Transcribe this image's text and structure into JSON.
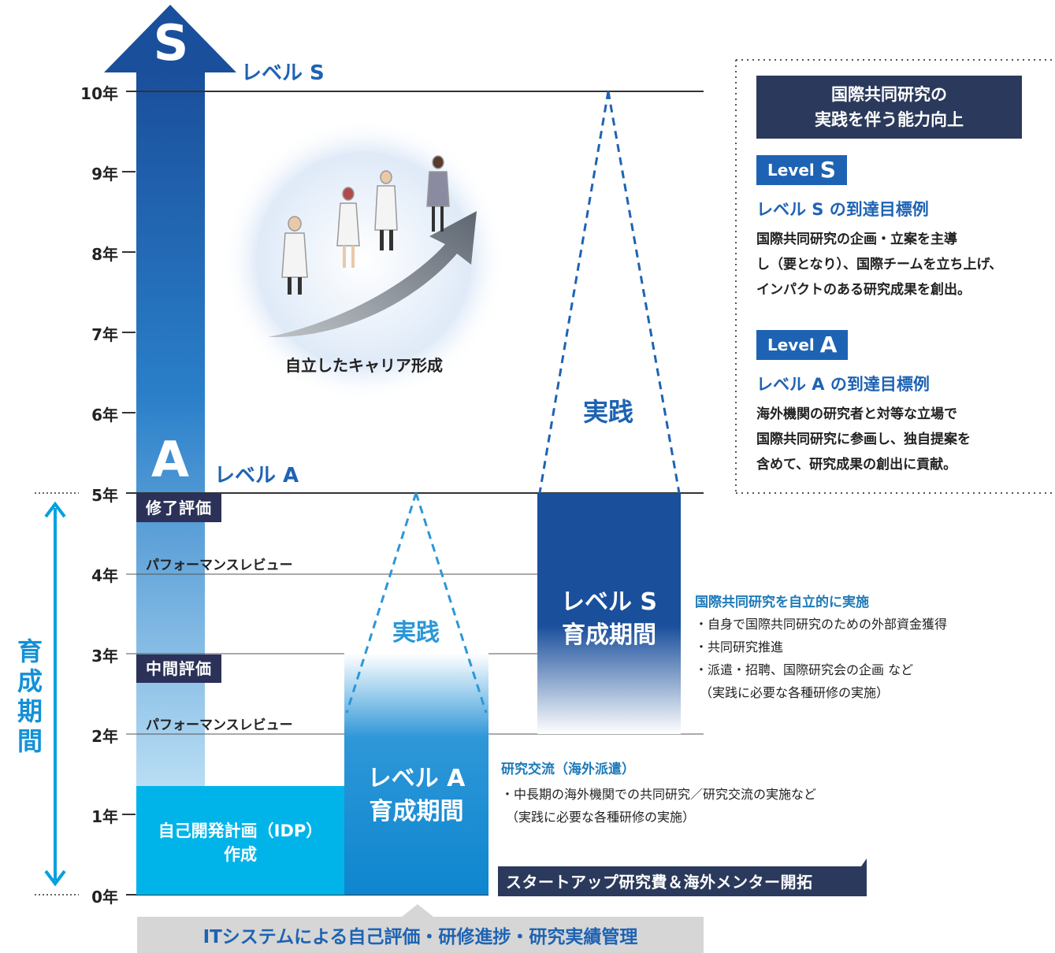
{
  "axis": {
    "years": [
      "10年",
      "9年",
      "8年",
      "7年",
      "6年",
      "5年",
      "4年",
      "3年",
      "2年",
      "1年",
      "0年"
    ]
  },
  "vertical_label": [
    "育",
    "成",
    "期",
    "間"
  ],
  "levels": {
    "s_arrow_letter": "S",
    "s_label": "レベル S",
    "a_letter": "A",
    "a_label": "レベル A"
  },
  "milestones": {
    "completion": "修了評価",
    "midterm": "中間評価",
    "review_upper": "パフォーマンスレビュー",
    "review_lower": "パフォーマンスレビュー"
  },
  "illustration": {
    "caption": "自立したキャリア形成"
  },
  "practice": {
    "upper": "実践",
    "lower": "実践"
  },
  "boxes": {
    "idp": [
      "自己開発計画（IDP）",
      "作成"
    ],
    "level_a": [
      "レベル A",
      "育成期間"
    ],
    "level_s": [
      "レベル S",
      "育成期間"
    ]
  },
  "side_panel": {
    "title": [
      "国際共同研究の",
      "実践を伴う能力向上"
    ],
    "level_s": {
      "badge_word": "Level",
      "badge_letter": "S",
      "heading": "レベル S の到達目標例",
      "body": [
        "国際共同研究の企画・立案を主導",
        "し（要となり）、国際チームを立ち上げ、",
        "インパクトのある研究成果を創出。"
      ]
    },
    "level_a": {
      "badge_word": "Level",
      "badge_letter": "A",
      "heading": "レベル A の到達目標例",
      "body": [
        "海外機関の研究者と対等な立場で",
        "国際共同研究に参画し、独自提案を",
        "含めて、研究成果の創出に貢献。"
      ]
    }
  },
  "level_s_notes": {
    "heading": "国際共同研究を自立的に実施",
    "items": [
      "・自身で国際共同研究のための外部資金獲得",
      "・共同研究推進",
      "・派遣・招聘、国際研究会の企画 など",
      "（実践に必要な各種研修の実施）"
    ]
  },
  "level_a_notes": {
    "heading": "研究交流（海外派遣）",
    "items": [
      "・中長期の海外機関での共同研究／研究交流の実施など",
      "（実践に必要な各種研修の実施）"
    ]
  },
  "startup_banner": "スタートアップ研究費＆海外メンター開拓",
  "bottom_banner": "ITシステムによる自己評価・研修進捗・研究実績管理",
  "colors": {
    "navy": "#2b3158",
    "royal_blue": "#1e63b3",
    "cyan": "#00b4ea",
    "mid_blue": "#0d89d0"
  }
}
